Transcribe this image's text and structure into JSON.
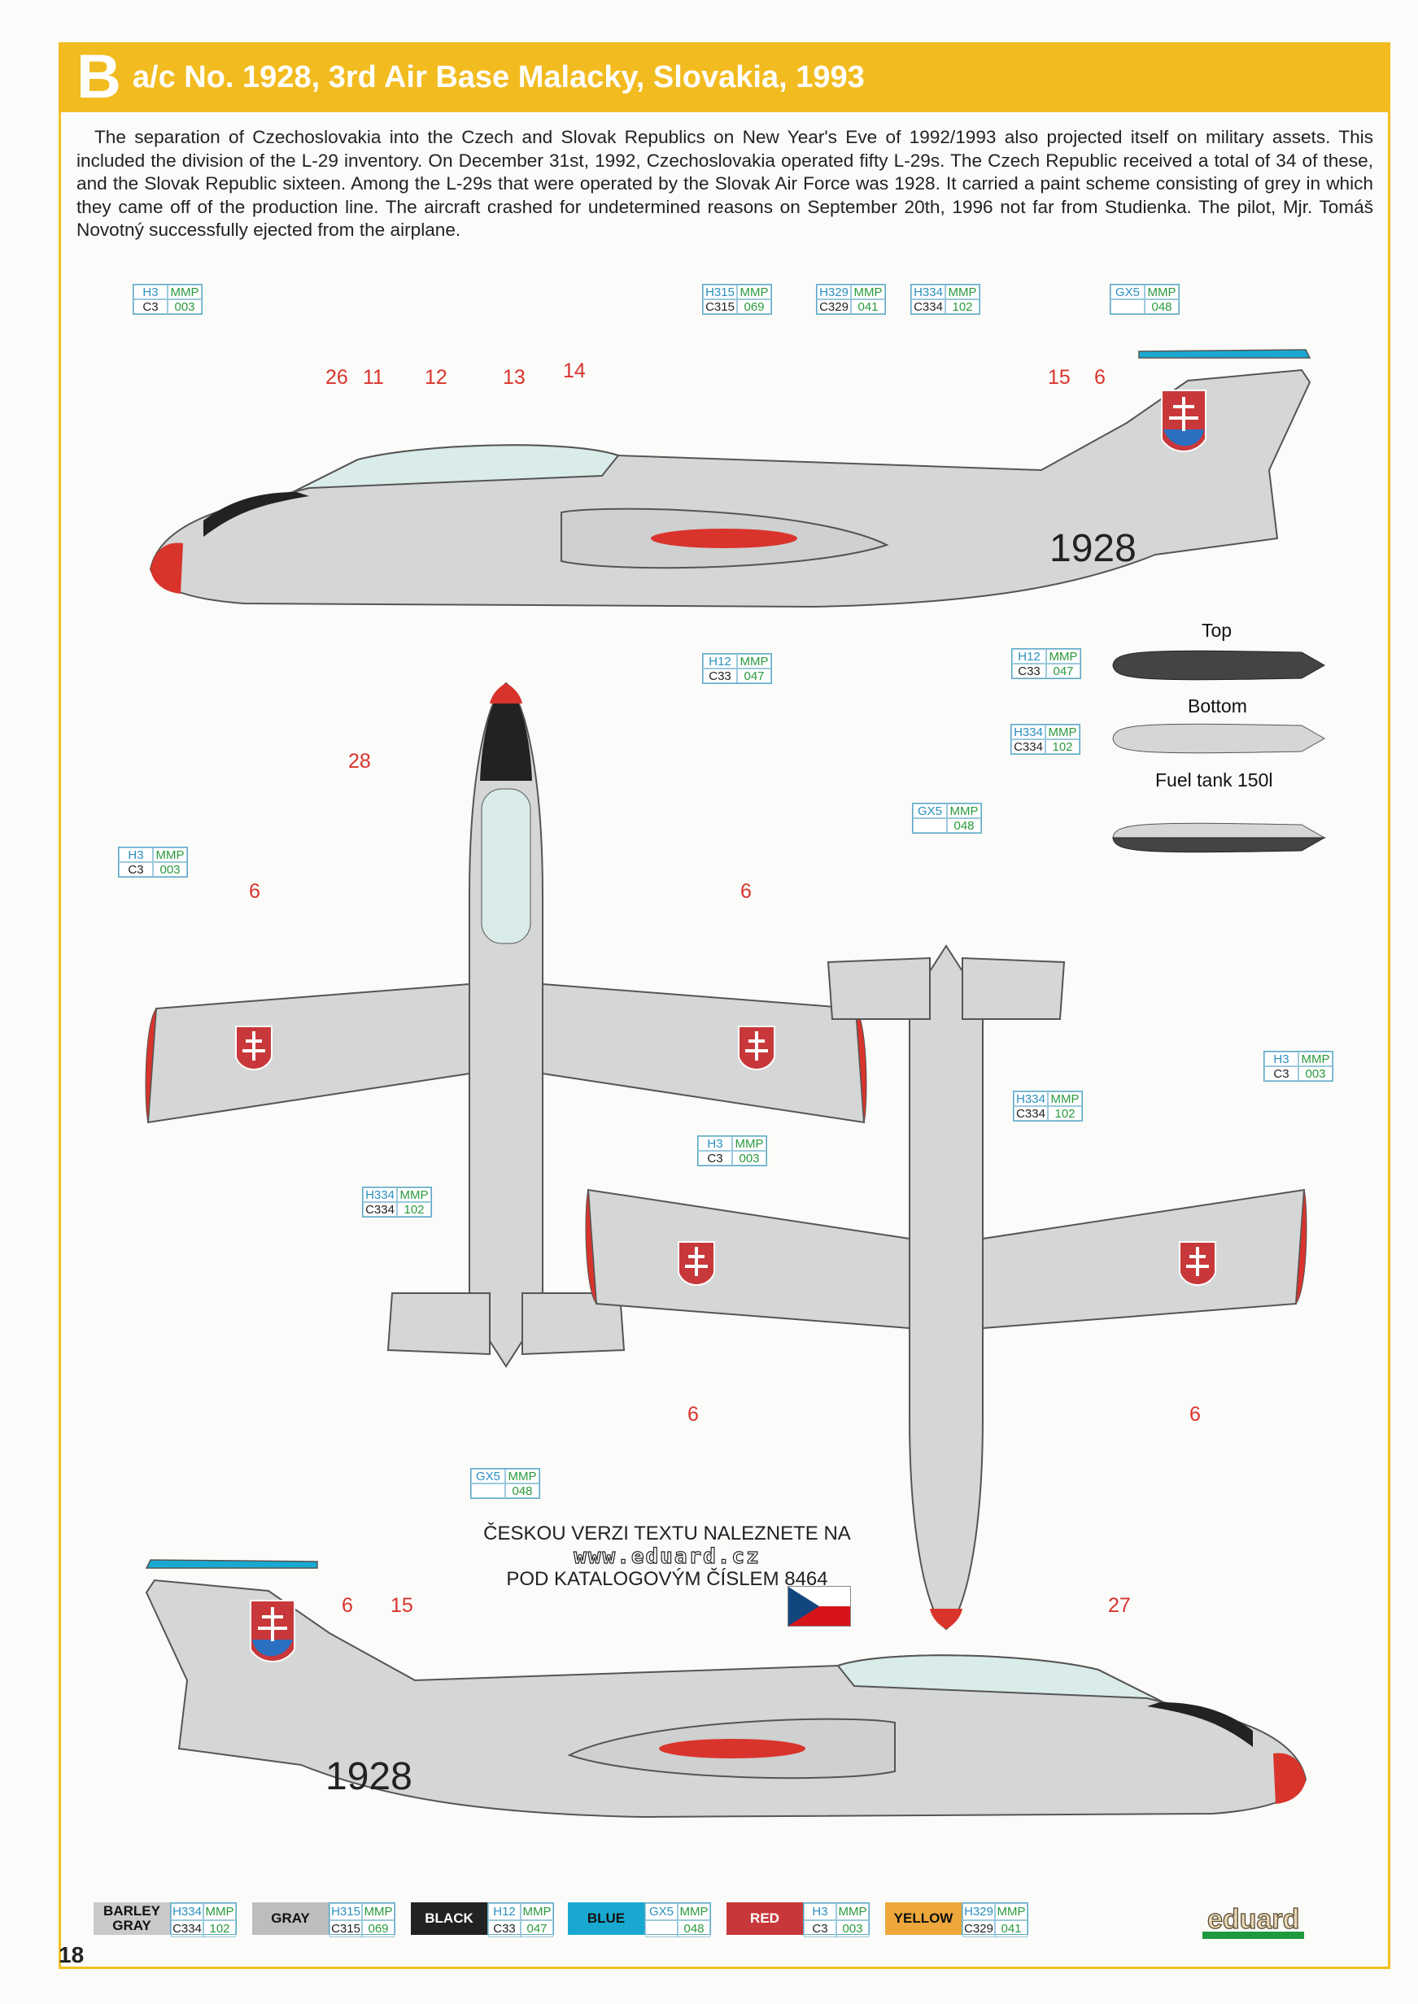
{
  "header": {
    "letter": "B",
    "title": "a/c No. 1928, 3rd Air Base Malacky, Slovakia, 1993"
  },
  "description": "The separation of Czechoslovakia into the Czech and Slovak Republics on New Year's Eve of 1992/1993 also projected itself on military assets. This included the division of the L-29 inventory. On December 31st, 1992, Czechoslovakia operated fifty L-29s. The Czech Republic received a total of 34 of these, and the Slovak Republic sixteen. Among the L-29s that were operated by the Slovak Air Force was 1928. It carried a paint scheme consisting of grey in which they came off of the production line. The aircraft crashed for undetermined reasons on September 20th, 1996 not far from Studienka. The pilot, Mjr. Tomáš Novotný successfully ejected from the airplane.",
  "callouts": [
    {
      "h": "H3",
      "m": "MMP",
      "c": "C3",
      "n": "003"
    },
    {
      "h": "H315",
      "m": "MMP",
      "c": "C315",
      "n": "069"
    },
    {
      "h": "H329",
      "m": "MMP",
      "c": "C329",
      "n": "041"
    },
    {
      "h": "H334",
      "m": "MMP",
      "c": "C334",
      "n": "102"
    },
    {
      "h": "GX5",
      "m": "MMP",
      "c": "",
      "n": "048"
    },
    {
      "h": "H12",
      "m": "MMP",
      "c": "C33",
      "n": "047"
    },
    {
      "h": "H12",
      "m": "MMP",
      "c": "C33",
      "n": "047"
    },
    {
      "h": "H334",
      "m": "MMP",
      "c": "C334",
      "n": "102"
    },
    {
      "h": "GX5",
      "m": "MMP",
      "c": "",
      "n": "048"
    },
    {
      "h": "H3",
      "m": "MMP",
      "c": "C3",
      "n": "003"
    },
    {
      "h": "H334",
      "m": "MMP",
      "c": "C334",
      "n": "102"
    },
    {
      "h": "H3",
      "m": "MMP",
      "c": "C3",
      "n": "003"
    },
    {
      "h": "H3",
      "m": "MMP",
      "c": "C3",
      "n": "003"
    },
    {
      "h": "H334",
      "m": "MMP",
      "c": "C334",
      "n": "102"
    },
    {
      "h": "GX5",
      "m": "MMP",
      "c": "",
      "n": "048"
    }
  ],
  "decal_numbers": [
    "26",
    "11",
    "12",
    "13",
    "14",
    "15",
    "6",
    "28",
    "6",
    "6",
    "6",
    "6",
    "6",
    "15",
    "27"
  ],
  "aircraft_serial": "1928",
  "fuel_tank": {
    "top_label": "Top",
    "bottom_label": "Bottom",
    "tank_label": "Fuel tank 150l"
  },
  "czech_note": {
    "line1": "ČESKOU VERZI TEXTU NALEZNETE NA",
    "url": "www.eduard.cz",
    "line3": "POD KATALOGOVÝM ČÍSLEM 8464"
  },
  "legend": [
    {
      "name": "BARLEY GRAY",
      "color": "#c9c9c9",
      "h": "H334",
      "m": "MMP",
      "c": "C334",
      "n": "102"
    },
    {
      "name": "GRAY",
      "color": "#bdbdbd",
      "h": "H315",
      "m": "MMP",
      "c": "C315",
      "n": "069"
    },
    {
      "name": "BLACK",
      "color": "#222222",
      "h": "H12",
      "m": "MMP",
      "c": "C33",
      "n": "047"
    },
    {
      "name": "BLUE",
      "color": "#19a9d0",
      "h": "GX5",
      "m": "MMP",
      "c": "",
      "n": "048"
    },
    {
      "name": "RED",
      "color": "#c8383a",
      "h": "H3",
      "m": "MMP",
      "c": "C3",
      "n": "003"
    },
    {
      "name": "YELLOW",
      "color": "#eda73a",
      "h": "H329",
      "m": "MMP",
      "c": "C329",
      "n": "041"
    }
  ],
  "page_number": "18",
  "logo": "eduard"
}
